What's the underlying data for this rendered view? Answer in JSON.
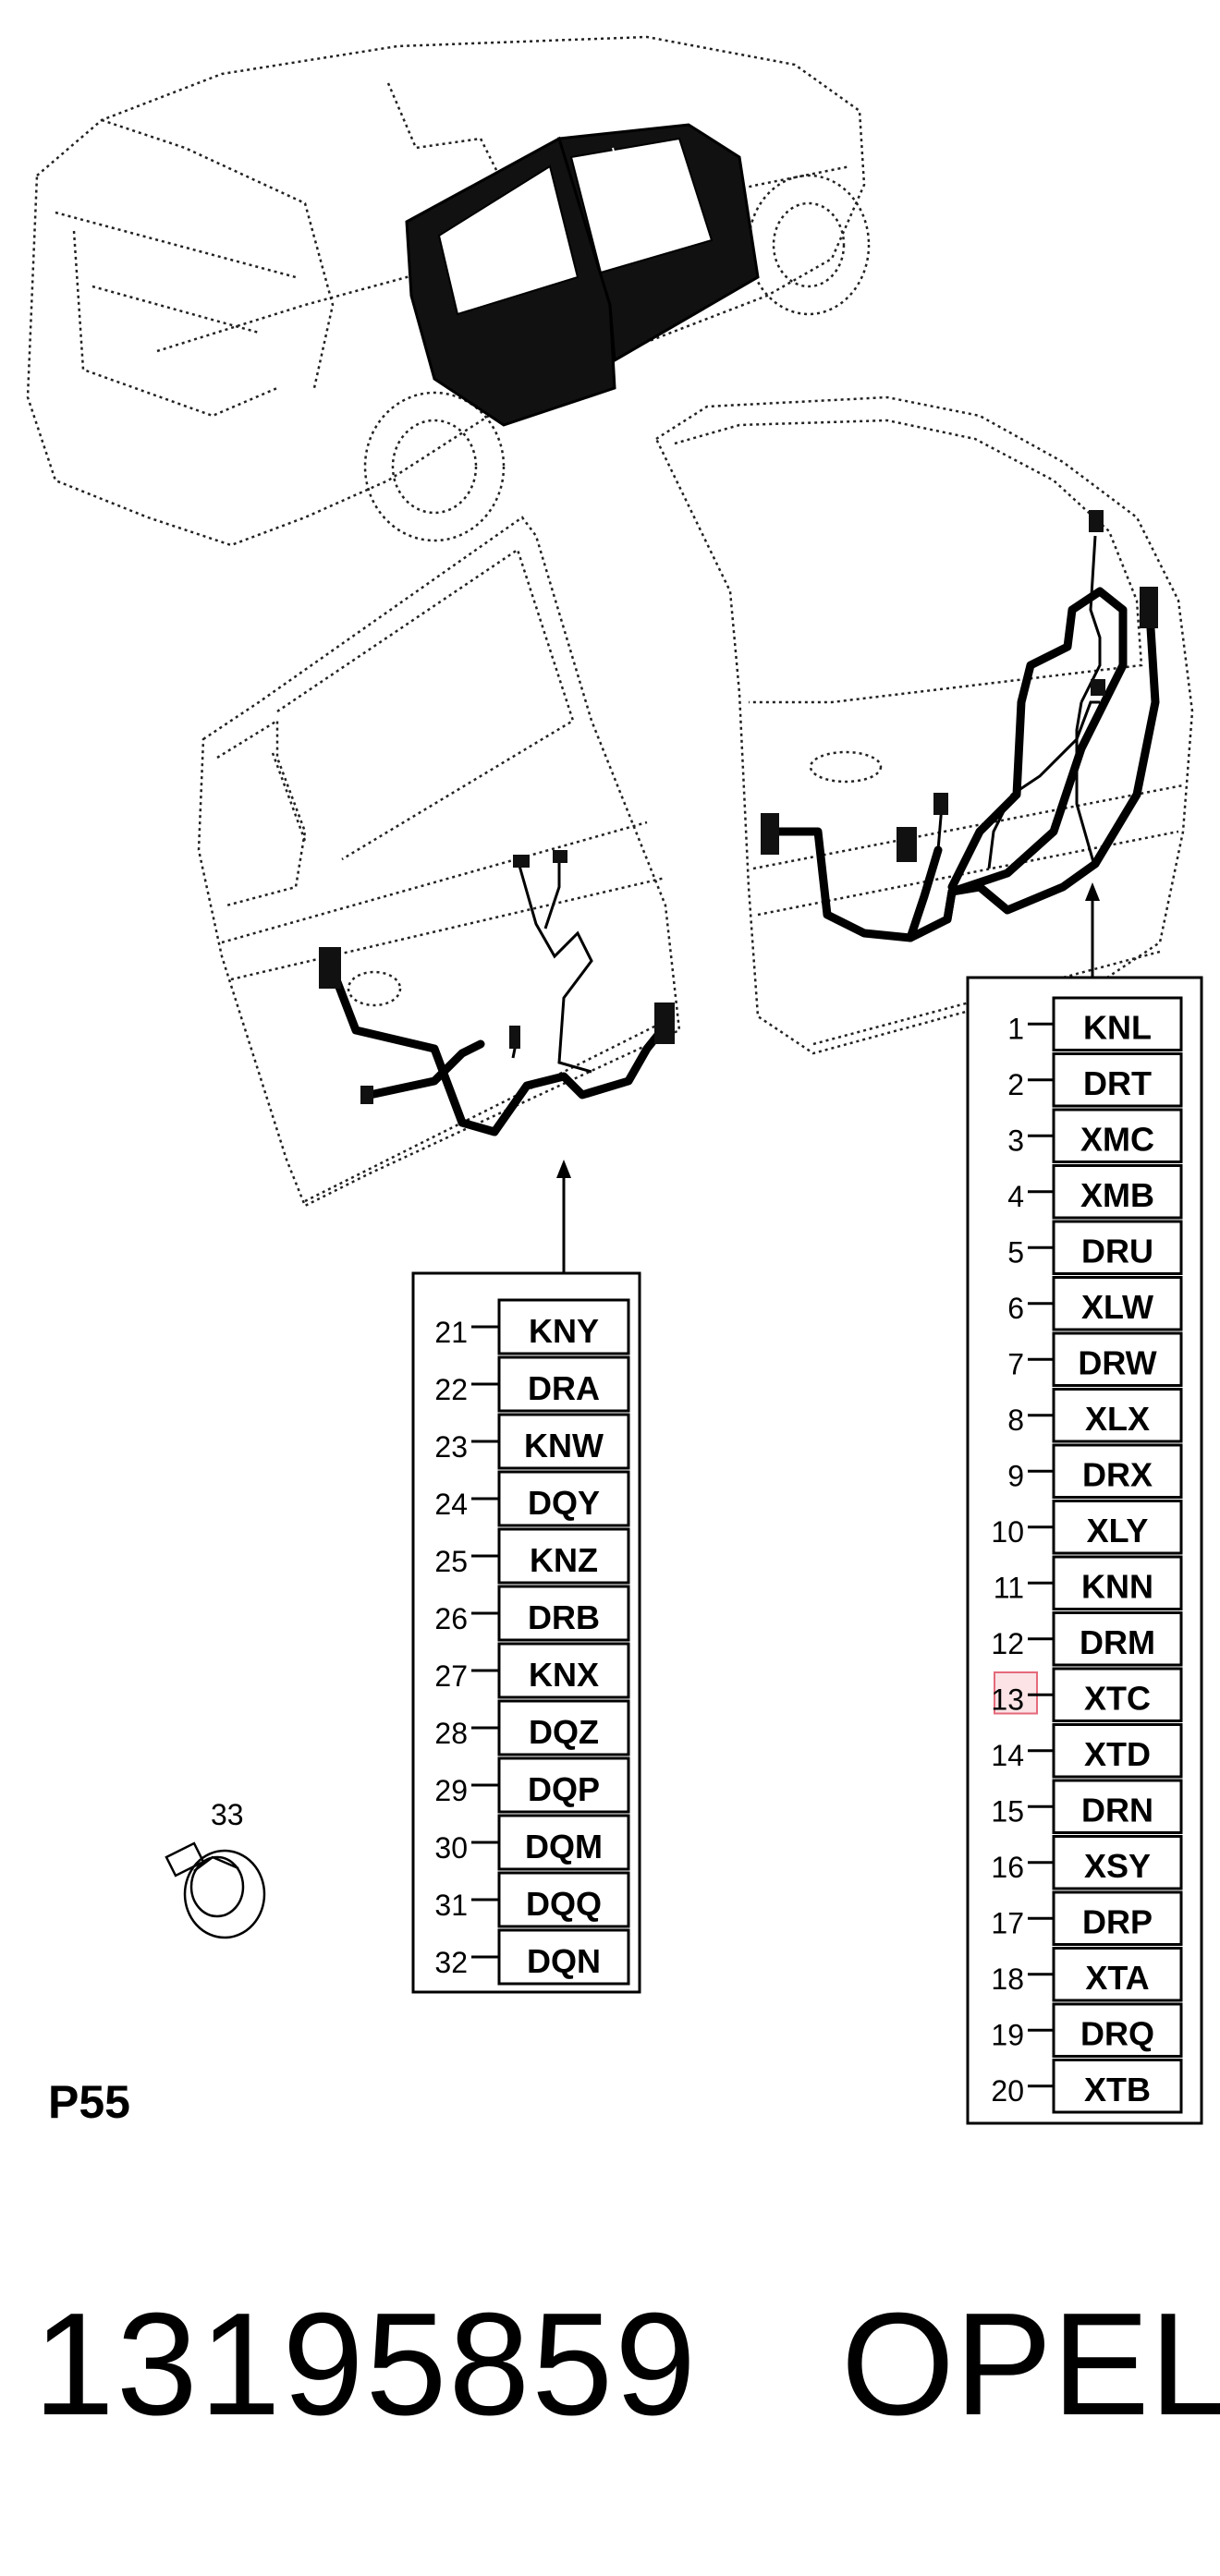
{
  "page_label": "P55",
  "part_number": "13195859",
  "brand": "OPEL",
  "item_33_label": "33",
  "right_door_table": [
    {
      "num": "1",
      "code": "KNL"
    },
    {
      "num": "2",
      "code": "DRT"
    },
    {
      "num": "3",
      "code": "XMC"
    },
    {
      "num": "4",
      "code": "XMB"
    },
    {
      "num": "5",
      "code": "DRU"
    },
    {
      "num": "6",
      "code": "XLW"
    },
    {
      "num": "7",
      "code": "DRW"
    },
    {
      "num": "8",
      "code": "XLX"
    },
    {
      "num": "9",
      "code": "DRX"
    },
    {
      "num": "10",
      "code": "XLY"
    },
    {
      "num": "11",
      "code": "KNN"
    },
    {
      "num": "12",
      "code": "DRM"
    },
    {
      "num": "13",
      "code": "XTC",
      "highlighted": true
    },
    {
      "num": "14",
      "code": "XTD"
    },
    {
      "num": "15",
      "code": "DRN"
    },
    {
      "num": "16",
      "code": "XSY"
    },
    {
      "num": "17",
      "code": "DRP"
    },
    {
      "num": "18",
      "code": "XTA"
    },
    {
      "num": "19",
      "code": "DRQ"
    },
    {
      "num": "20",
      "code": "XTB"
    }
  ],
  "left_door_table": [
    {
      "num": "21",
      "code": "KNY"
    },
    {
      "num": "22",
      "code": "DRA"
    },
    {
      "num": "23",
      "code": "KNW"
    },
    {
      "num": "24",
      "code": "DQY"
    },
    {
      "num": "25",
      "code": "KNZ"
    },
    {
      "num": "26",
      "code": "DRB"
    },
    {
      "num": "27",
      "code": "KNX"
    },
    {
      "num": "28",
      "code": "DQZ"
    },
    {
      "num": "29",
      "code": "DQP"
    },
    {
      "num": "30",
      "code": "DQM"
    },
    {
      "num": "31",
      "code": "DQQ"
    },
    {
      "num": "32",
      "code": "DQN"
    }
  ],
  "colors": {
    "line": "#000000",
    "highlight_fill": "#fbe3e6",
    "highlight_stroke": "#e46a7b"
  }
}
